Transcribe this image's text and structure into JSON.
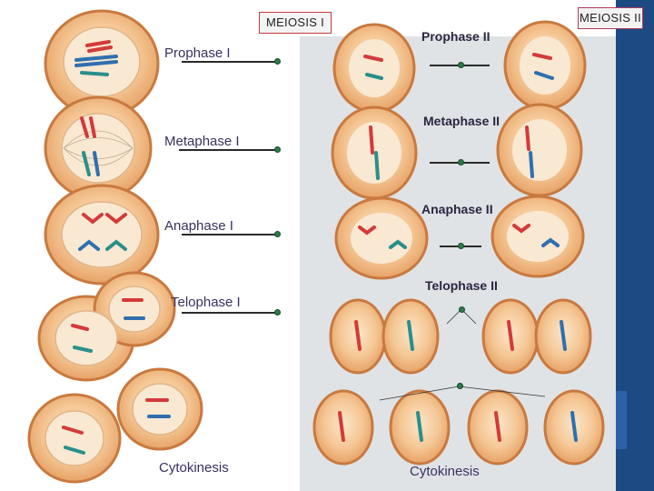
{
  "headers": {
    "meiosis_1": "MEIOSIS I",
    "meiosis_2": "MEIOSIS II"
  },
  "left_labels": {
    "prophase_1": "Prophase I",
    "metaphase_1": "Metaphase I",
    "anaphase_1": "Anaphase I",
    "telophase_1": "Telophase I",
    "cytokinesis_1": "Cytokinesis"
  },
  "right_labels": {
    "prophase_2": "Prophase II",
    "metaphase_2": "Metaphase II",
    "anaphase_2": "Anaphase II",
    "telophase_2": "Telophase II",
    "cytokinesis_2": "Cytokinesis"
  },
  "colors": {
    "cell_fill": "#f0b27a",
    "cell_rim": "#d98b4e",
    "cell_inner": "#f7dcb8",
    "chromosome_red": "#d33a3a",
    "chromosome_blue": "#2f6fb0",
    "chromosome_teal": "#2a8f8a",
    "sidebar": "#1d4a82",
    "panel": "#dfe3e6"
  }
}
